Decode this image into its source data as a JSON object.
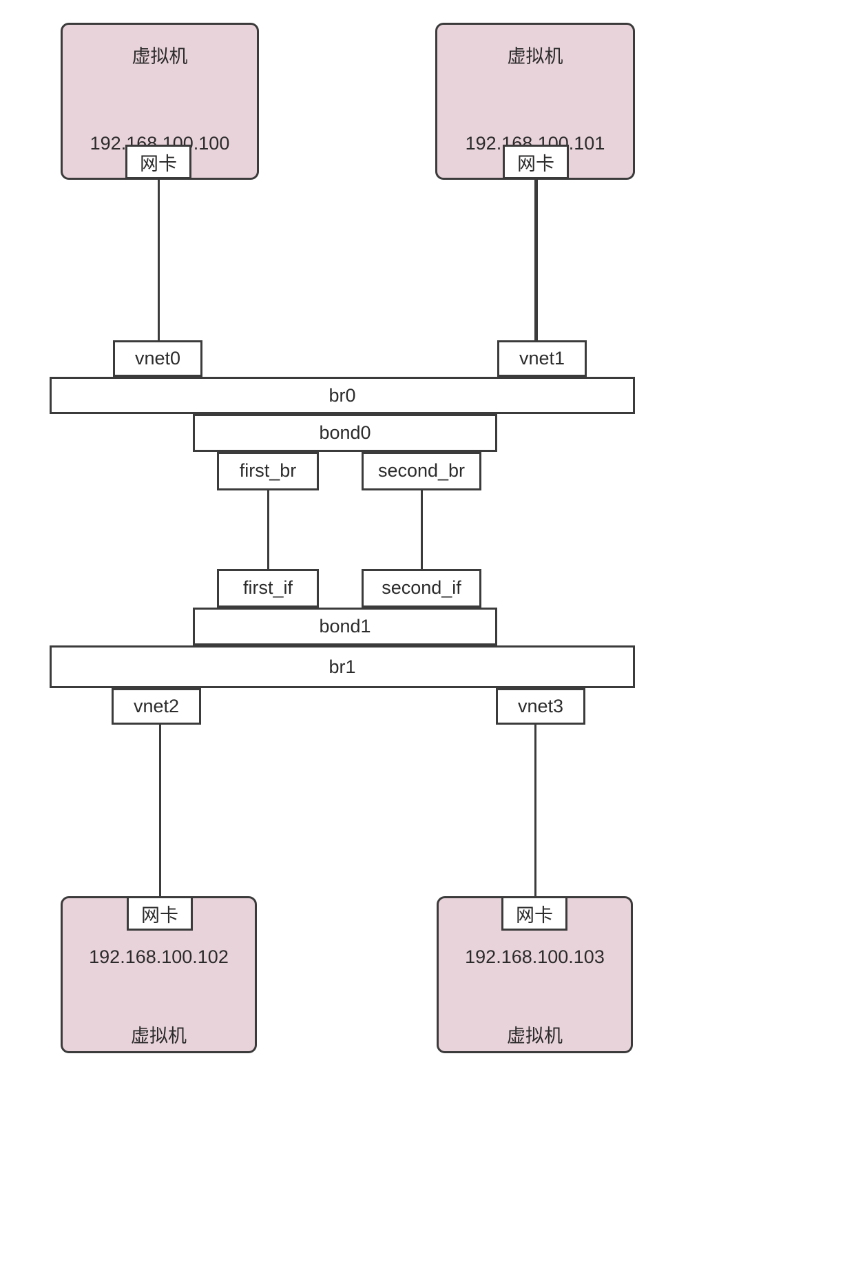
{
  "diagram": {
    "title_semantic": "kvm-bridge-bond-network-topology",
    "colors": {
      "vm_fill": "#e9d3db",
      "stroke": "#3b3b3b",
      "node_fill": "#ffffff",
      "background": "#ffffff"
    },
    "vms": [
      {
        "id": "vm-top-left",
        "label": "虚拟机",
        "ip": "192.168.100.100",
        "nic": "网卡"
      },
      {
        "id": "vm-top-right",
        "label": "虚拟机",
        "ip": "192.168.100.101",
        "nic": "网卡"
      },
      {
        "id": "vm-bottom-left",
        "label": "虚拟机",
        "ip": "192.168.100.102",
        "nic": "网卡"
      },
      {
        "id": "vm-bottom-right",
        "label": "虚拟机",
        "ip": "192.168.100.103",
        "nic": "网卡"
      }
    ],
    "taps": [
      {
        "id": "vnet0",
        "label": "vnet0"
      },
      {
        "id": "vnet1",
        "label": "vnet1"
      },
      {
        "id": "vnet2",
        "label": "vnet2"
      },
      {
        "id": "vnet3",
        "label": "vnet3"
      }
    ],
    "bridges": [
      {
        "id": "br0",
        "label": "br0"
      },
      {
        "id": "br1",
        "label": "br1"
      }
    ],
    "bonds": [
      {
        "id": "bond0",
        "label": "bond0"
      },
      {
        "id": "bond1",
        "label": "bond1"
      }
    ],
    "slaves_top": [
      {
        "id": "first_br",
        "label": "first_br"
      },
      {
        "id": "second_br",
        "label": "second_br"
      }
    ],
    "slaves_bottom": [
      {
        "id": "first_if",
        "label": "first_if"
      },
      {
        "id": "second_if",
        "label": "second_if"
      }
    ],
    "connections": [
      "vm-top-left.网卡 -> vnet0",
      "vm-top-right.网卡 -> vnet1",
      "vnet0 -> br0",
      "vnet1 -> br0",
      "br0 -> bond0",
      "bond0 -> first_br",
      "bond0 -> second_br",
      "first_br -> first_if",
      "second_br -> second_if",
      "first_if -> bond1",
      "second_if -> bond1",
      "bond1 -> br1",
      "br1 -> vnet2",
      "br1 -> vnet3",
      "vnet2 -> vm-bottom-left.网卡",
      "vnet3 -> vm-bottom-right.网卡"
    ]
  }
}
